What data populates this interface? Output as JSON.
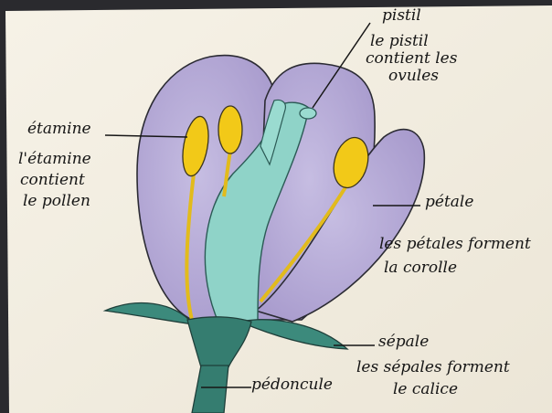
{
  "labels": {
    "pistil": "pistil",
    "pistil_desc_1": "le pistil",
    "pistil_desc_2": "contient les",
    "pistil_desc_3": "ovules",
    "etamine": "étamine",
    "etamine_desc_1": "l'étamine",
    "etamine_desc_2": "contient",
    "etamine_desc_3": "le pollen",
    "petale": "pétale",
    "petale_desc_1": "les pétales forment",
    "petale_desc_2": "la corolle",
    "sepale": "sépale",
    "sepale_desc_1": "les sépales forment",
    "sepale_desc_2": "le calice",
    "pedoncule": "pédoncule"
  },
  "colors": {
    "paper": "#f3eee2",
    "petal_fill": "#b8acd6",
    "petal_stroke": "#2b2b33",
    "pistil_fill": "#8fd3c8",
    "stamen_yellow": "#f2c918",
    "sepal_green": "#3c8a7c",
    "stem_green": "#357d70",
    "ink": "#161616"
  }
}
